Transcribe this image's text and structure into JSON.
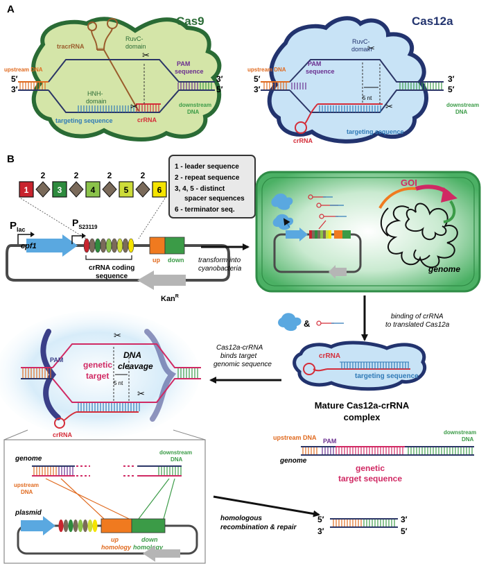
{
  "panels": {
    "a": "A",
    "b": "B"
  },
  "cas9": {
    "title": "Cas9",
    "tracrRNA": "tracrRNA",
    "ruvc_1": "RuvC-",
    "ruvc_2": "domain",
    "hnh_1": "HNH-",
    "hnh_2": "domain",
    "pam_1": "PAM",
    "pam_2": "sequence",
    "upstream": "upstream DNA",
    "downstream_1": "downstream",
    "downstream_2": "DNA",
    "targeting": "targeting sequence",
    "crRNA": "crRNA",
    "five_prime": "5′",
    "three_prime": "3′"
  },
  "cas12a": {
    "title": "Cas12a",
    "ruvc_1": "RuvC-",
    "ruvc_2": "domain",
    "pam_1": "PAM",
    "pam_2": "sequence",
    "upstream": "upstream DNA",
    "downstream_1": "downstream",
    "downstream_2": "DNA",
    "five_nt": "5 nt",
    "targeting": "targeting sequence",
    "crRNA": "crRNA",
    "five_prime": "5′",
    "three_prime": "3′"
  },
  "array": {
    "boxes": [
      "1",
      "3",
      "4",
      "5",
      "6"
    ],
    "twos": [
      "2",
      "2",
      "2",
      "2"
    ]
  },
  "legend": {
    "lines": [
      "1 - leader sequence",
      "2 - repeat sequence",
      "3, 4, 5 - distinct",
      "spacer sequences",
      "6 - terminator seq."
    ]
  },
  "plasmid": {
    "plac": "P",
    "plac_sub": "lac",
    "ps": "P",
    "ps_sub": "S23119",
    "cpf1": "cpf1",
    "up": "up",
    "down": "down",
    "coding_1": "crRNA coding",
    "coding_2": "sequence",
    "kan": "Kan",
    "kan_sup": "R"
  },
  "arrows": {
    "transform_1": "transform into",
    "transform_2": "cyanobacteria",
    "binding_1": "binding of crRNA",
    "binding_2": "to translated Cas12a",
    "binds_1": "Cas12a-crRNA",
    "binds_2": "binds target",
    "binds_3": "genomic sequence",
    "homologous_1": "homologous",
    "homologous_2": "recombination & repair"
  },
  "cell": {
    "goi": "GOI",
    "genome": "genome",
    "ampersand": "&"
  },
  "mature": {
    "crRNA": "crRNA",
    "targeting": "targeting sequence",
    "title_1": "Mature Cas12a-crRNA",
    "title_2": "complex"
  },
  "cleavage": {
    "pam": "PAM",
    "dna_1": "DNA",
    "dna_2": "cleavage",
    "genetic_1": "genetic",
    "genetic_2": "target",
    "five_nt": "5 nt",
    "crRNA": "crRNA"
  },
  "target_seq": {
    "upstream": "upstream DNA",
    "pam": "PAM",
    "downstream_1": "downstream",
    "downstream_2": "DNA",
    "genome": "genome",
    "genetic_1": "genetic",
    "genetic_2": "target sequence"
  },
  "hr_box": {
    "genome": "genome",
    "downstream_1": "downstream",
    "downstream_2": "DNA",
    "upstream_1": "upstream",
    "upstream_2": "DNA",
    "plasmid": "plasmid",
    "up_1": "up",
    "up_2": "homology",
    "down_1": "down",
    "down_2": "homology"
  },
  "final": {
    "five_prime": "5′",
    "three_prime": "3′"
  },
  "colors": {
    "cas9_fill": "#d4e5a8",
    "cas9_border": "#2a6b35",
    "cas12a_fill": "#c8e3f6",
    "cas12a_border": "#22336e",
    "dna_dark": "#2b3566",
    "orange": "#e06a1f",
    "green": "#3b9b47",
    "blue": "#2f7ab7",
    "red": "#d42c38",
    "magenta": "#d02963",
    "purple": "#6a2e8f",
    "brown": "#9a5c2c"
  }
}
